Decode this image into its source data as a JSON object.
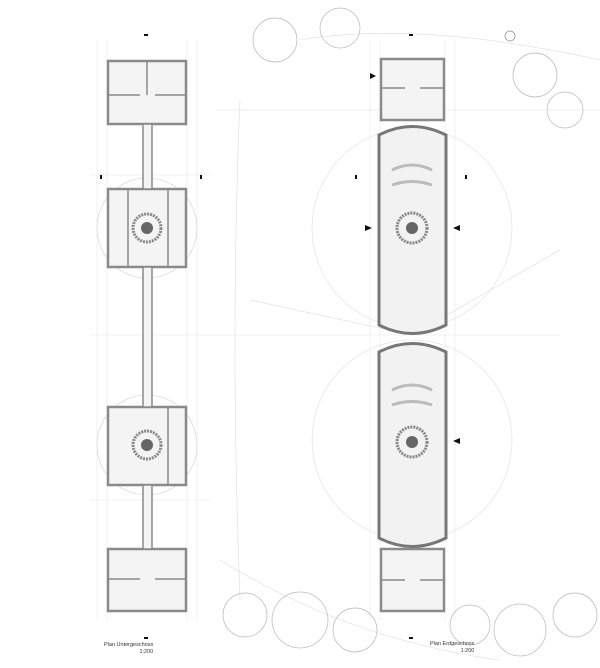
{
  "plans": [
    {
      "title": "Plan Untergeschoss",
      "scale": "1:200"
    },
    {
      "title": "Plan Erdgeschoss",
      "scale": "1:200"
    }
  ],
  "colors": {
    "wall": "#8a8a8a",
    "line": "#cfcfcf",
    "stair_core": "#666666",
    "tree": "#bdbdbd"
  }
}
